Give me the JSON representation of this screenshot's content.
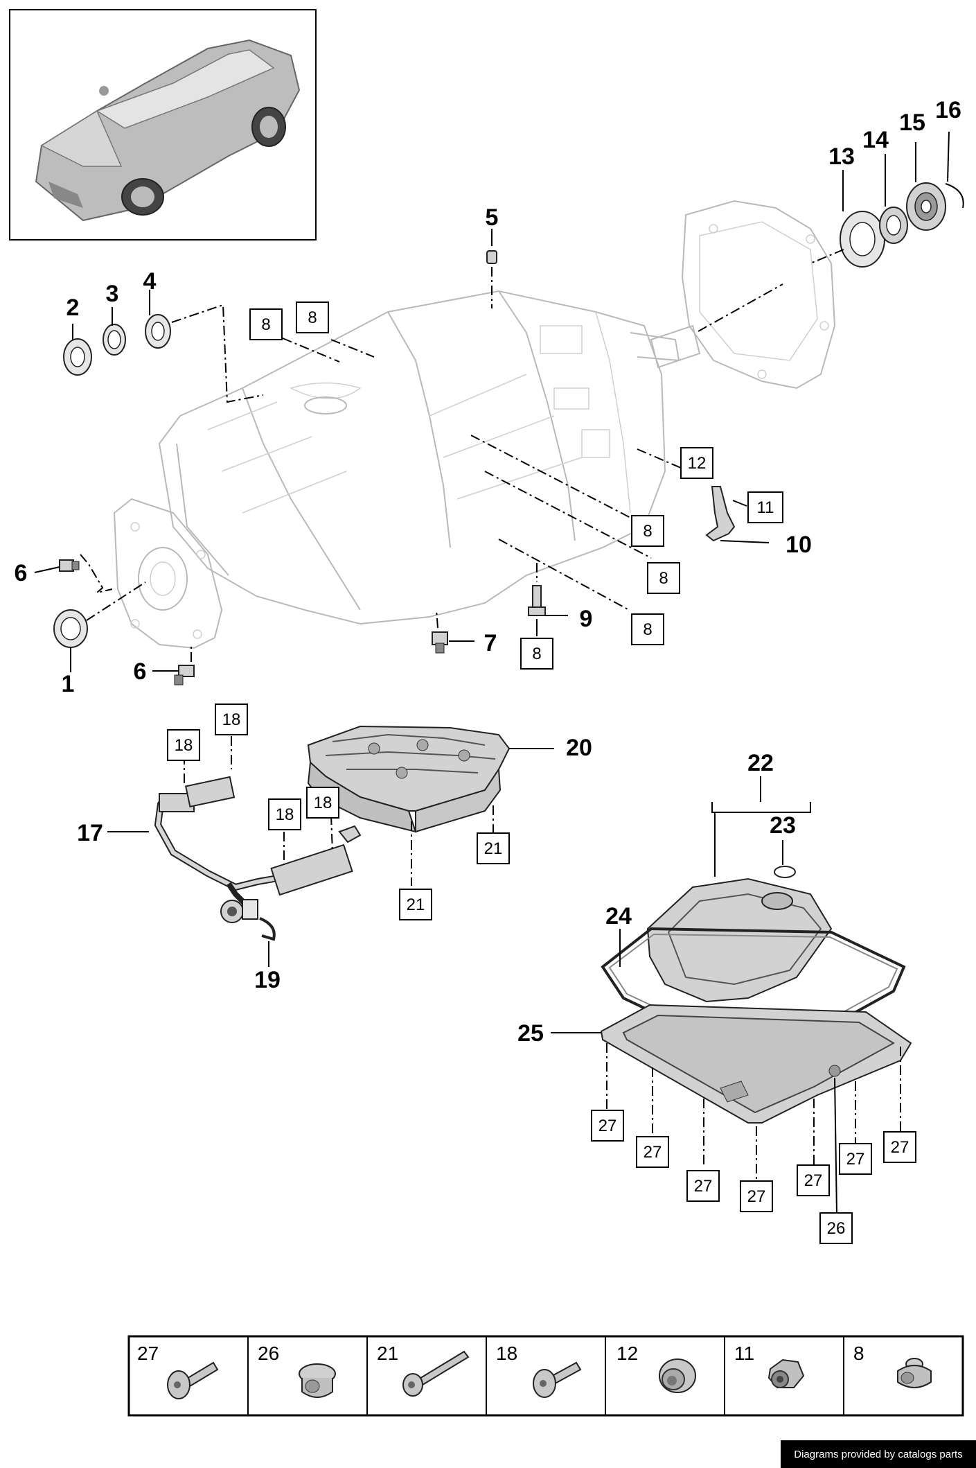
{
  "callouts": {
    "c1": "1",
    "c2": "2",
    "c3": "3",
    "c4": "4",
    "c5": "5",
    "c6a": "6",
    "c6b": "6",
    "c7": "7",
    "c9": "9",
    "c10": "10",
    "c13": "13",
    "c14": "14",
    "c15": "15",
    "c16": "16",
    "c17": "17",
    "c19": "19",
    "c20": "20",
    "c22": "22",
    "c23": "23",
    "c24": "24",
    "c25": "25"
  },
  "boxed_refs": {
    "b8_1": "8",
    "b8_2": "8",
    "b8_3": "8",
    "b8_4": "8",
    "b8_5": "8",
    "b8_6": "8",
    "b12": "12",
    "b11": "11",
    "b18_1": "18",
    "b18_2": "18",
    "b18_3": "18",
    "b18_4": "18",
    "b21_1": "21",
    "b21_2": "21",
    "b27_1": "27",
    "b27_2": "27",
    "b27_3": "27",
    "b27_4": "27",
    "b27_5": "27",
    "b27_6": "27",
    "b27_7": "27",
    "b26": "26"
  },
  "fastener_legend": [
    {
      "number": "27",
      "icon": "bolt-flange-icon"
    },
    {
      "number": "26",
      "icon": "plug-icon"
    },
    {
      "number": "21",
      "icon": "long-bolt-icon"
    },
    {
      "number": "18",
      "icon": "bolt-flange-icon"
    },
    {
      "number": "12",
      "icon": "nut-icon"
    },
    {
      "number": "11",
      "icon": "nut-icon"
    },
    {
      "number": "8",
      "icon": "plug-icon"
    }
  ],
  "footer": {
    "credit": "Diagrams provided by catalogs parts"
  },
  "colors": {
    "ink": "#000000",
    "ghost": "#b9b9b9",
    "part": "#d2d2d2"
  }
}
